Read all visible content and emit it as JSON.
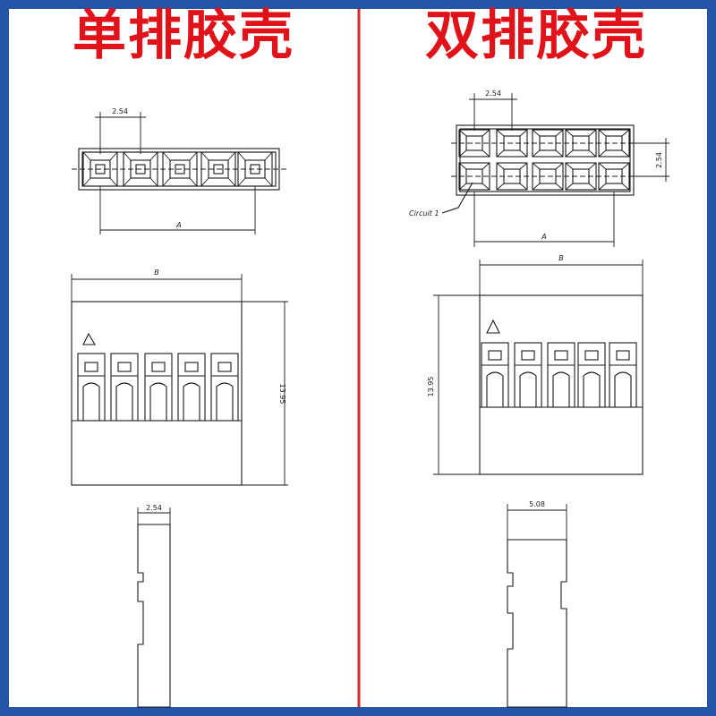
{
  "colors": {
    "border": "#2455a6",
    "title": "#e0131b",
    "divider": "#d42a2a",
    "ink": "#1a1a1a"
  },
  "left": {
    "title": "单排胶壳",
    "pitch_label": "2.54",
    "length_label": "A",
    "width_label": "B",
    "height_label": "13.95",
    "side_width_label": "2.54"
  },
  "right": {
    "title": "双排胶壳",
    "pitch_label": "2.54",
    "row_pitch_label": "2.54",
    "circuit_label": "Circuit 1",
    "length_label": "A",
    "width_label": "B",
    "height_label": "13.95",
    "side_width_label": "5.08"
  }
}
